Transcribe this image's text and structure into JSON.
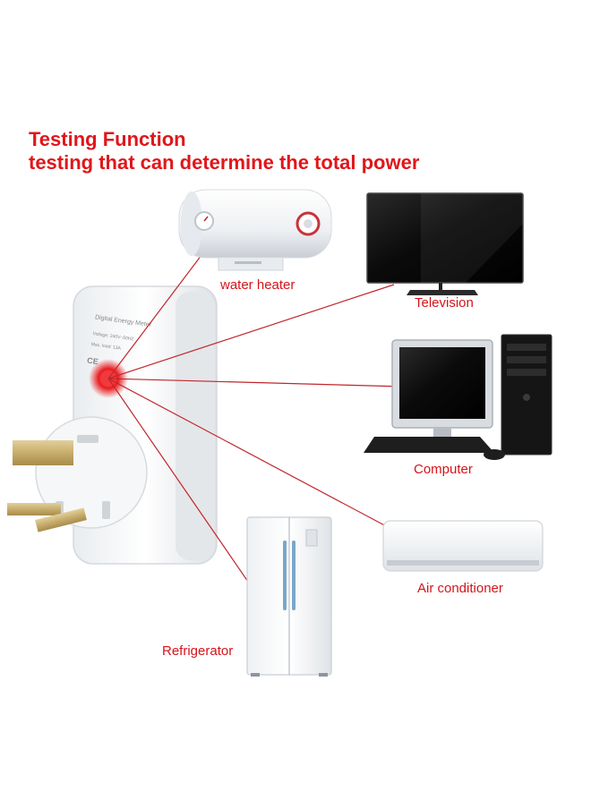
{
  "headline": {
    "line1": "Testing Function",
    "line2": "testing that can determine the total power"
  },
  "device": {
    "title": "Digital Energy Meter",
    "spec_voltage": "Voltage: 240V~50HZ",
    "spec_load": "Max. load: 13A",
    "ce_mark": "CE"
  },
  "appliances": [
    {
      "id": "water-heater",
      "label": "water heater"
    },
    {
      "id": "television",
      "label": "Television"
    },
    {
      "id": "computer",
      "label": "Computer"
    },
    {
      "id": "air-conditioner",
      "label": "Air conditioner"
    },
    {
      "id": "refrigerator",
      "label": "Refrigerator"
    }
  ],
  "colors": {
    "accent": "#e0161b",
    "line": "#c0262b"
  }
}
